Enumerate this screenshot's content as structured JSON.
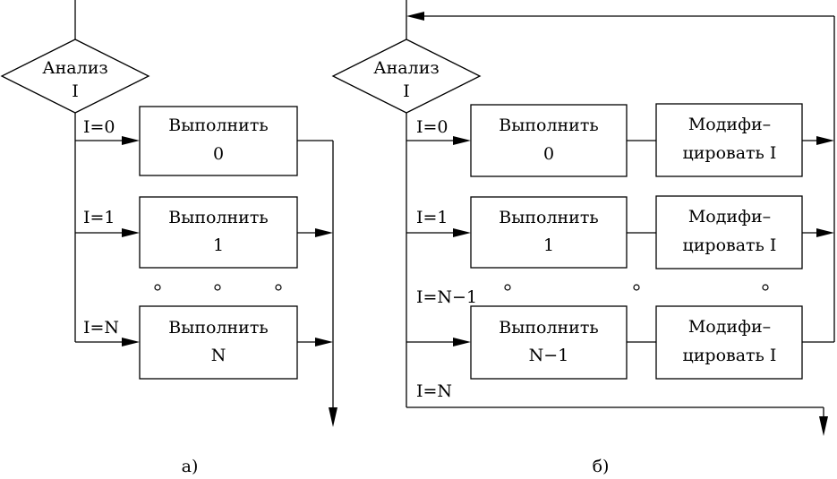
{
  "diagram_a": {
    "decision": {
      "line1": "Анализ",
      "line2": "I"
    },
    "branches": [
      {
        "condition": "I=0",
        "box_line1": "Выполнить",
        "box_line2": "0"
      },
      {
        "condition": "I=1",
        "box_line1": "Выполнить",
        "box_line2": "1"
      },
      {
        "condition": "I=N",
        "box_line1": "Выполнить",
        "box_line2": "N"
      }
    ],
    "caption": "а)"
  },
  "diagram_b": {
    "decision": {
      "line1": "Анализ",
      "line2": "I"
    },
    "branches": [
      {
        "condition": "I=0",
        "box_line1": "Выполнить",
        "box_line2": "0",
        "mod_line1": "Модифи–",
        "mod_line2": "цировать I"
      },
      {
        "condition": "I=1",
        "box_line1": "Выполнить",
        "box_line2": "1",
        "mod_line1": "Модифи–",
        "mod_line2": "цировать I"
      },
      {
        "condition": "I=N−1",
        "box_line1": "Выполнить",
        "box_line2": "N−1",
        "mod_line1": "Модифи–",
        "mod_line2": "цировать I"
      }
    ],
    "exit_condition": "I=N",
    "caption": "б)"
  }
}
